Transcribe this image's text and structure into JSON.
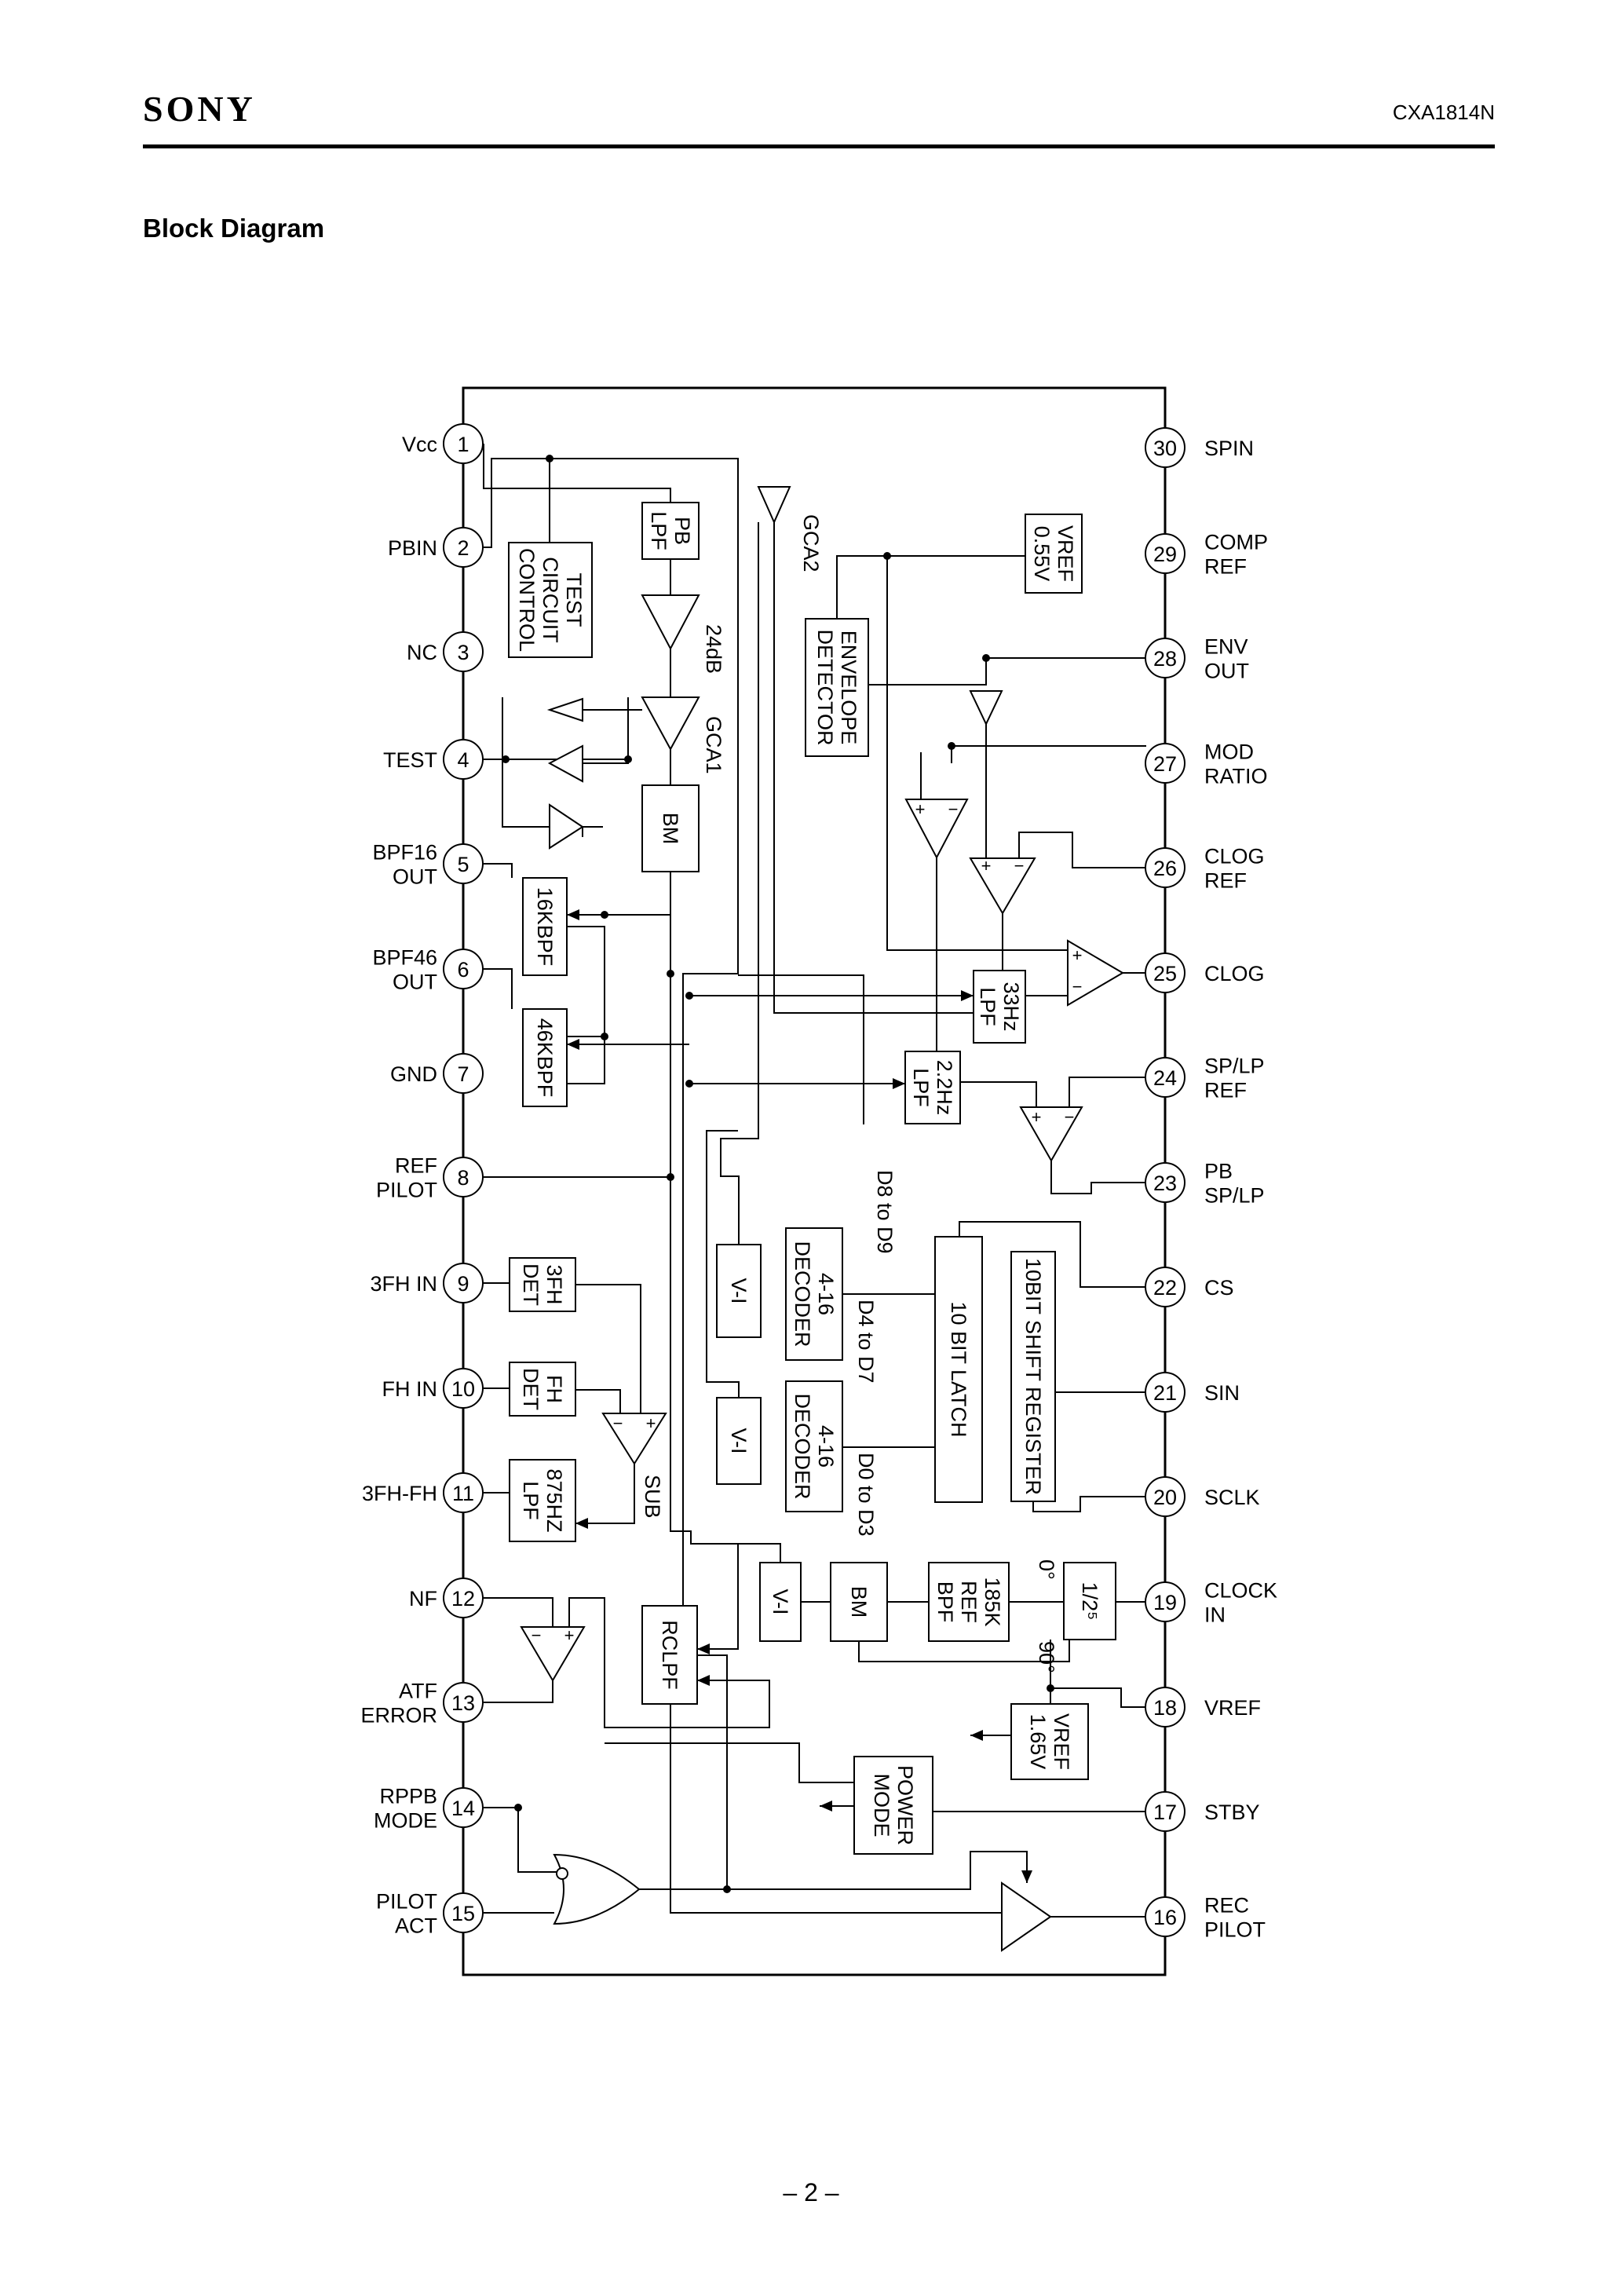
{
  "header": {
    "brand": "SONY",
    "part_number": "CXA1814N"
  },
  "section_title": "Block Diagram",
  "footer": {
    "page": "– 2 –"
  },
  "pins_left": [
    {
      "num": "1",
      "label": [
        "Vcc"
      ]
    },
    {
      "num": "2",
      "label": [
        "PBIN"
      ]
    },
    {
      "num": "3",
      "label": [
        "NC"
      ]
    },
    {
      "num": "4",
      "label": [
        "TEST"
      ]
    },
    {
      "num": "5",
      "label": [
        "BPF16",
        "OUT"
      ]
    },
    {
      "num": "6",
      "label": [
        "BPF46",
        "OUT"
      ]
    },
    {
      "num": "7",
      "label": [
        "GND"
      ]
    },
    {
      "num": "8",
      "label": [
        "REF",
        "PILOT"
      ]
    },
    {
      "num": "9",
      "label": [
        "3FH IN"
      ]
    },
    {
      "num": "10",
      "label": [
        "FH IN"
      ]
    },
    {
      "num": "11",
      "label": [
        "3FH-FH"
      ]
    },
    {
      "num": "12",
      "label": [
        "NF"
      ]
    },
    {
      "num": "13",
      "label": [
        "ATF",
        "ERROR"
      ]
    },
    {
      "num": "14",
      "label": [
        "RPPB",
        "MODE"
      ]
    },
    {
      "num": "15",
      "label": [
        "PILOT",
        "ACT"
      ]
    }
  ],
  "pins_right": [
    {
      "num": "30",
      "label": [
        "SPIN"
      ]
    },
    {
      "num": "29",
      "label": [
        "COMP",
        "REF"
      ]
    },
    {
      "num": "28",
      "label": [
        "ENV",
        "OUT"
      ]
    },
    {
      "num": "27",
      "label": [
        "MOD",
        "RATIO"
      ]
    },
    {
      "num": "26",
      "label": [
        "CLOG",
        "REF"
      ]
    },
    {
      "num": "25",
      "label": [
        "CLOG"
      ]
    },
    {
      "num": "24",
      "label": [
        "SP/LP",
        "REF"
      ]
    },
    {
      "num": "23",
      "label": [
        "PB",
        "SP/LP"
      ]
    },
    {
      "num": "22",
      "label": [
        "CS"
      ]
    },
    {
      "num": "21",
      "label": [
        "SIN"
      ]
    },
    {
      "num": "20",
      "label": [
        "SCLK"
      ]
    },
    {
      "num": "19",
      "label": [
        "CLOCK",
        "IN"
      ]
    },
    {
      "num": "18",
      "label": [
        "VREF"
      ]
    },
    {
      "num": "17",
      "label": [
        "STBY"
      ]
    },
    {
      "num": "16",
      "label": [
        "REC",
        "PILOT"
      ]
    }
  ],
  "blocks": [
    {
      "id": "pb-lpf",
      "lines": [
        "PB",
        "LPF"
      ]
    },
    {
      "id": "test-circuit-control",
      "lines": [
        "TEST",
        "CIRCUIT",
        "CONTROL"
      ]
    },
    {
      "id": "bm-1",
      "lines": [
        "BM"
      ]
    },
    {
      "id": "16kbpf",
      "lines": [
        "16KBPF"
      ]
    },
    {
      "id": "46kbpf",
      "lines": [
        "46KBPF"
      ]
    },
    {
      "id": "vref-055",
      "lines": [
        "VREF",
        "0.55V"
      ]
    },
    {
      "id": "envelope-detector",
      "lines": [
        "ENVELOPE",
        "DETECTOR"
      ]
    },
    {
      "id": "33hz-lpf",
      "lines": [
        "33Hz",
        "LPF"
      ]
    },
    {
      "id": "22hz-lpf",
      "lines": [
        "2.2Hz",
        "LPF"
      ]
    },
    {
      "id": "decoder-1",
      "lines": [
        "4-16",
        "DECODER"
      ]
    },
    {
      "id": "decoder-2",
      "lines": [
        "4-16",
        "DECODER"
      ]
    },
    {
      "id": "vi-1",
      "lines": [
        "V-I"
      ]
    },
    {
      "id": "vi-2",
      "lines": [
        "V-I"
      ]
    },
    {
      "id": "vi-3",
      "lines": [
        "V-I"
      ]
    },
    {
      "id": "10bit-latch",
      "lines": [
        "10 BIT LATCH"
      ]
    },
    {
      "id": "10bit-shift-register",
      "lines": [
        "10BIT SHIFT REGISTER"
      ]
    },
    {
      "id": "3fh-det",
      "lines": [
        "3FH",
        "DET"
      ]
    },
    {
      "id": "fh-det",
      "lines": [
        "FH",
        "DET"
      ]
    },
    {
      "id": "875hz-lpf",
      "lines": [
        "875HZ",
        "LPF"
      ]
    },
    {
      "id": "bm-2",
      "lines": [
        "BM"
      ]
    },
    {
      "id": "185k-ref-bpf",
      "lines": [
        "185K",
        "REF",
        "BPF"
      ]
    },
    {
      "id": "divider",
      "lines": [
        "1/2⁵"
      ]
    },
    {
      "id": "rclpf",
      "lines": [
        "RCLPF"
      ]
    },
    {
      "id": "vref-165",
      "lines": [
        "VREF",
        "1.65V"
      ]
    },
    {
      "id": "power-mode",
      "lines": [
        "POWER",
        "MODE"
      ]
    }
  ],
  "annotations": {
    "gain_24db": "24dB",
    "gca1": "GCA1",
    "gca2": "GCA2",
    "sub": "SUB",
    "d8_d9": "D8 to D9",
    "d4_d7": "D4 to D7",
    "d0_d3": "D0 to D3",
    "phase_0": "0°",
    "phase_90": "90°"
  }
}
